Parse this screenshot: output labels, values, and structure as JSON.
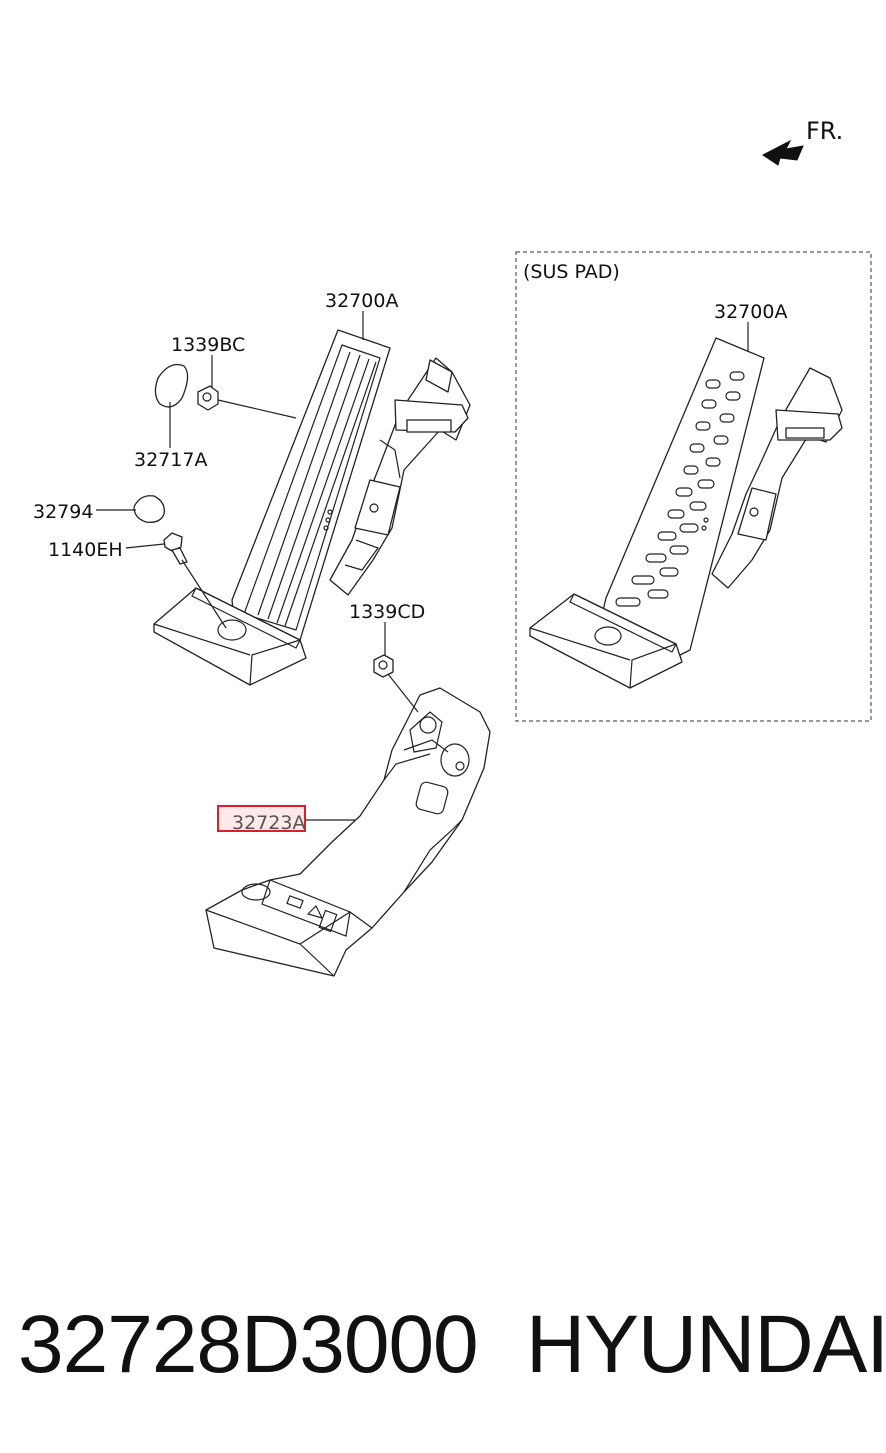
{
  "diagram": {
    "orientation_label": "FR.",
    "sus_pad_caption": "(SUS PAD)",
    "callouts": {
      "pedal_assembly": "32700A",
      "nut_upper": "1339BC",
      "cap": "32717A",
      "stopper": "32794",
      "bolt": "1140EH",
      "nut_lower": "1339CD",
      "bracket_highlighted": "32723A",
      "sus_pedal_assembly": "32700A"
    },
    "highlight_color": "#e01e2a"
  },
  "footer": {
    "part_number": "32728D3000",
    "brand": "HYUNDAI"
  }
}
